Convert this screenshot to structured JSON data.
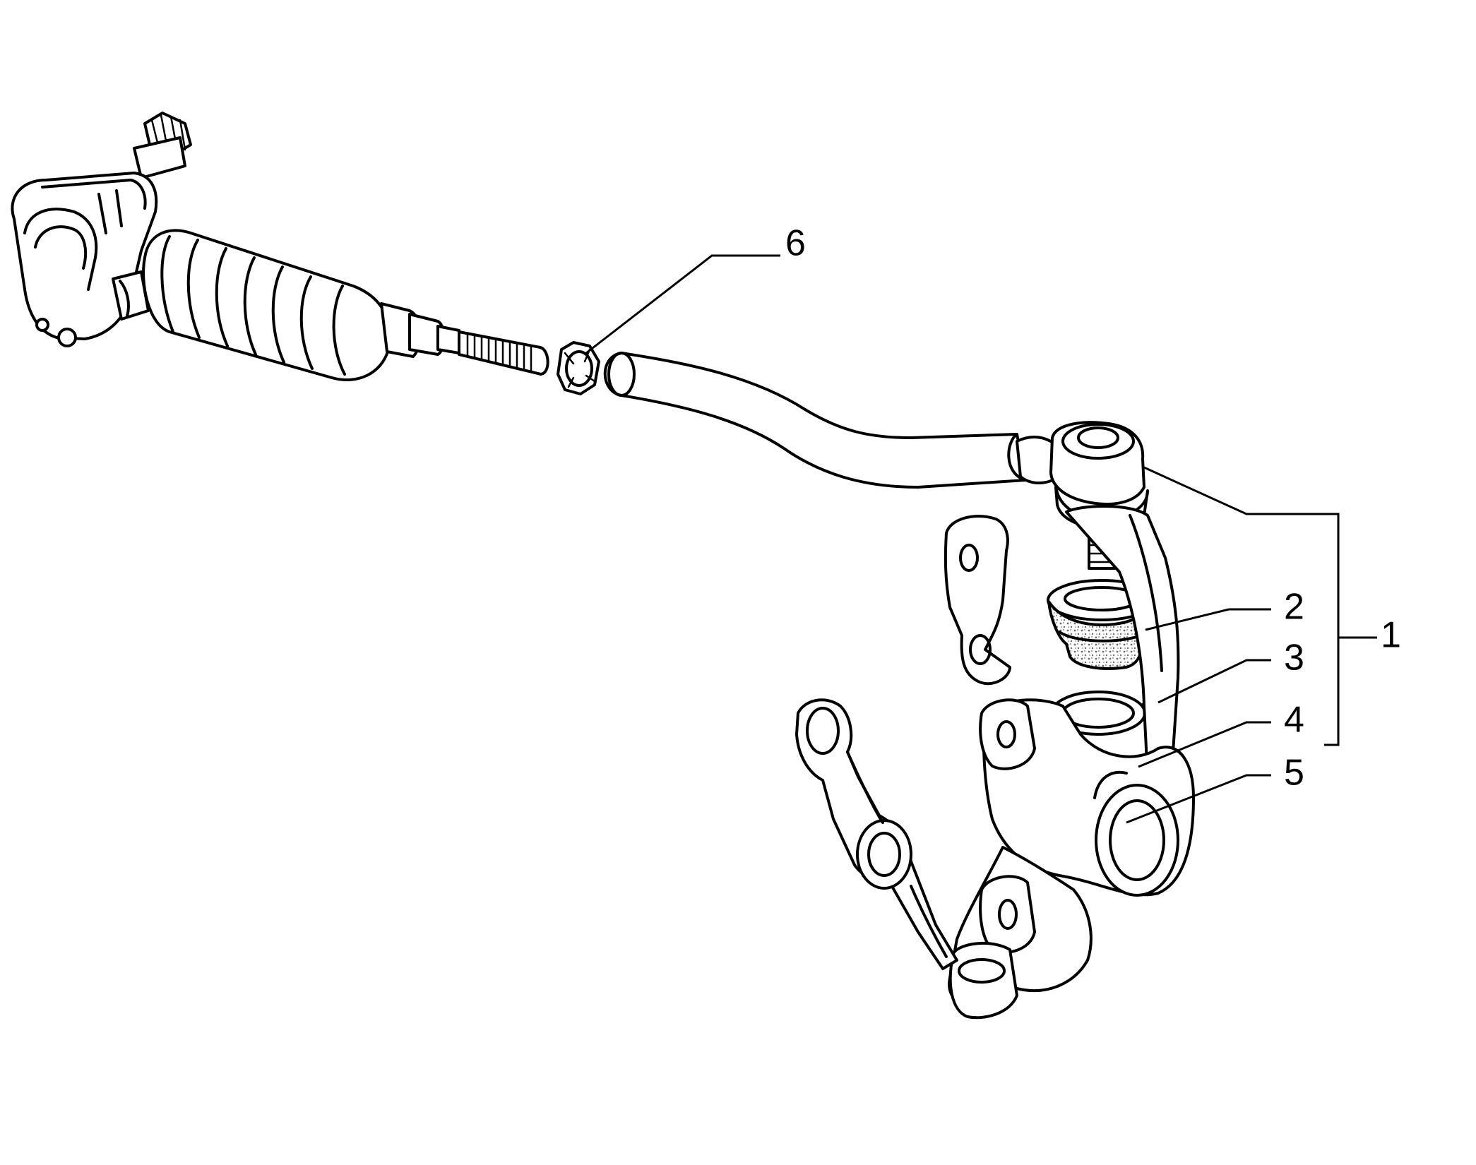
{
  "callouts": [
    {
      "id": "1",
      "label": "1"
    },
    {
      "id": "2",
      "label": "2"
    },
    {
      "id": "3",
      "label": "3"
    },
    {
      "id": "4",
      "label": "4"
    },
    {
      "id": "5",
      "label": "5"
    },
    {
      "id": "6",
      "label": "6"
    }
  ],
  "colors": {
    "ink": "#000000",
    "paper": "#ffffff",
    "speckle": "#6b6b6b"
  }
}
